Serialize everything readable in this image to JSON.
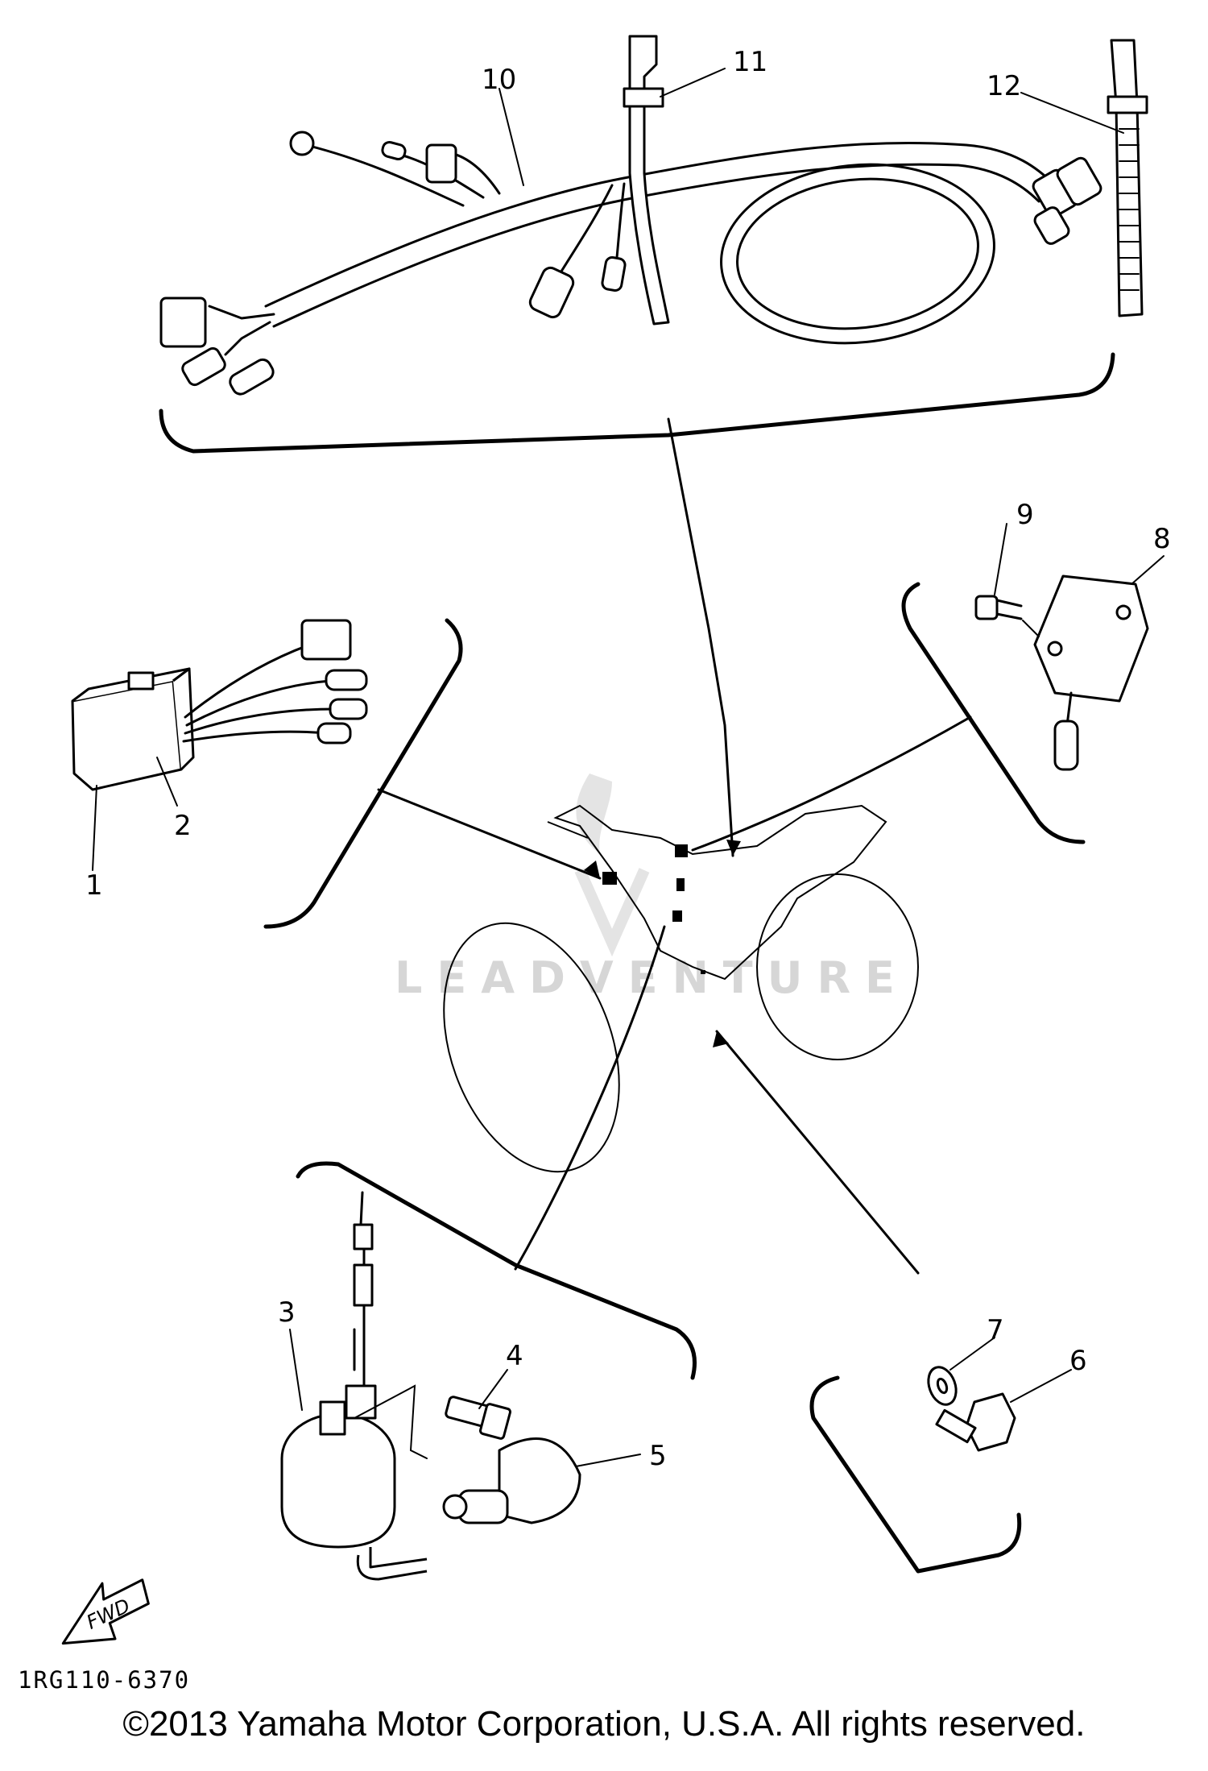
{
  "callouts": [
    "1",
    "2",
    "3",
    "4",
    "5",
    "6",
    "7",
    "8",
    "9",
    "10",
    "11",
    "12"
  ],
  "fwd_label": "FWD",
  "drawing_code": "1RG110-6370",
  "copyright": "©2013 Yamaha Motor Corporation, U.S.A. All rights reserved.",
  "watermark": "LEADVENTURE",
  "colors": {
    "ink": "#000000",
    "background": "#ffffff",
    "watermark": "#d6d6d6"
  }
}
